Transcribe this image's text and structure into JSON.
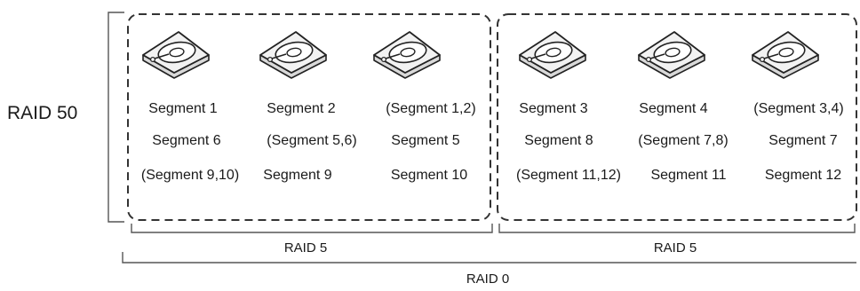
{
  "diagram": {
    "raid50_label": "RAID 50",
    "raid0_label": "RAID 0",
    "groups": [
      {
        "label": "RAID 5",
        "disks": [
          {
            "icon": "hard-drive-icon",
            "segments": [
              "Segment 1",
              "Segment 6",
              "(Segment 9,10)"
            ]
          },
          {
            "icon": "hard-drive-icon",
            "segments": [
              "Segment 2",
              "(Segment 5,6)",
              "Segment 9"
            ]
          },
          {
            "icon": "hard-drive-icon",
            "segments": [
              "(Segment 1,2)",
              "Segment 5",
              "Segment 10"
            ]
          }
        ]
      },
      {
        "label": "RAID 5",
        "disks": [
          {
            "icon": "hard-drive-icon",
            "segments": [
              "Segment 3",
              "Segment 8",
              "(Segment 11,12)"
            ]
          },
          {
            "icon": "hard-drive-icon",
            "segments": [
              "Segment 4",
              "(Segment 7,8)",
              "Segment 11"
            ]
          },
          {
            "icon": "hard-drive-icon",
            "segments": [
              "(Segment 3,4)",
              "Segment 7",
              "Segment 12"
            ]
          }
        ]
      }
    ]
  }
}
